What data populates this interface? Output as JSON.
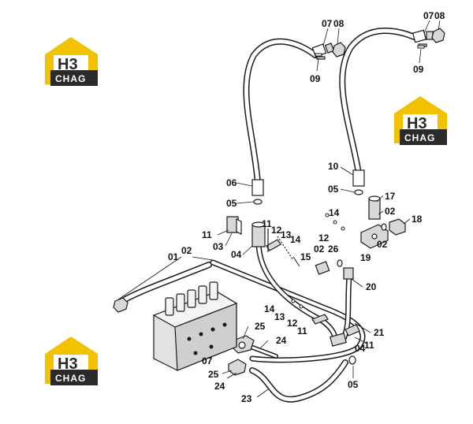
{
  "logo": {
    "mark": "H3",
    "wordmark": "CHAG",
    "colors": {
      "yellow": "#f2c200",
      "dark": "#2a2a2a",
      "white": "#ffffff"
    }
  },
  "diagram": {
    "colors": {
      "line": "#1a1a1a",
      "hose_fill": "#ffffff",
      "part_shade": "#d8d8d8"
    },
    "callouts": [
      "07",
      "08",
      "09",
      "07",
      "08",
      "09",
      "06",
      "05",
      "10",
      "05",
      "17",
      "02",
      "18",
      "14",
      "12",
      "26",
      "19",
      "02",
      "11",
      "03",
      "04",
      "11",
      "12",
      "13",
      "14",
      "15",
      "02",
      "01",
      "02",
      "20",
      "14",
      "13",
      "12",
      "11",
      "21",
      "11",
      "04",
      "25",
      "24",
      "07",
      "25",
      "24",
      "23",
      "05"
    ]
  }
}
